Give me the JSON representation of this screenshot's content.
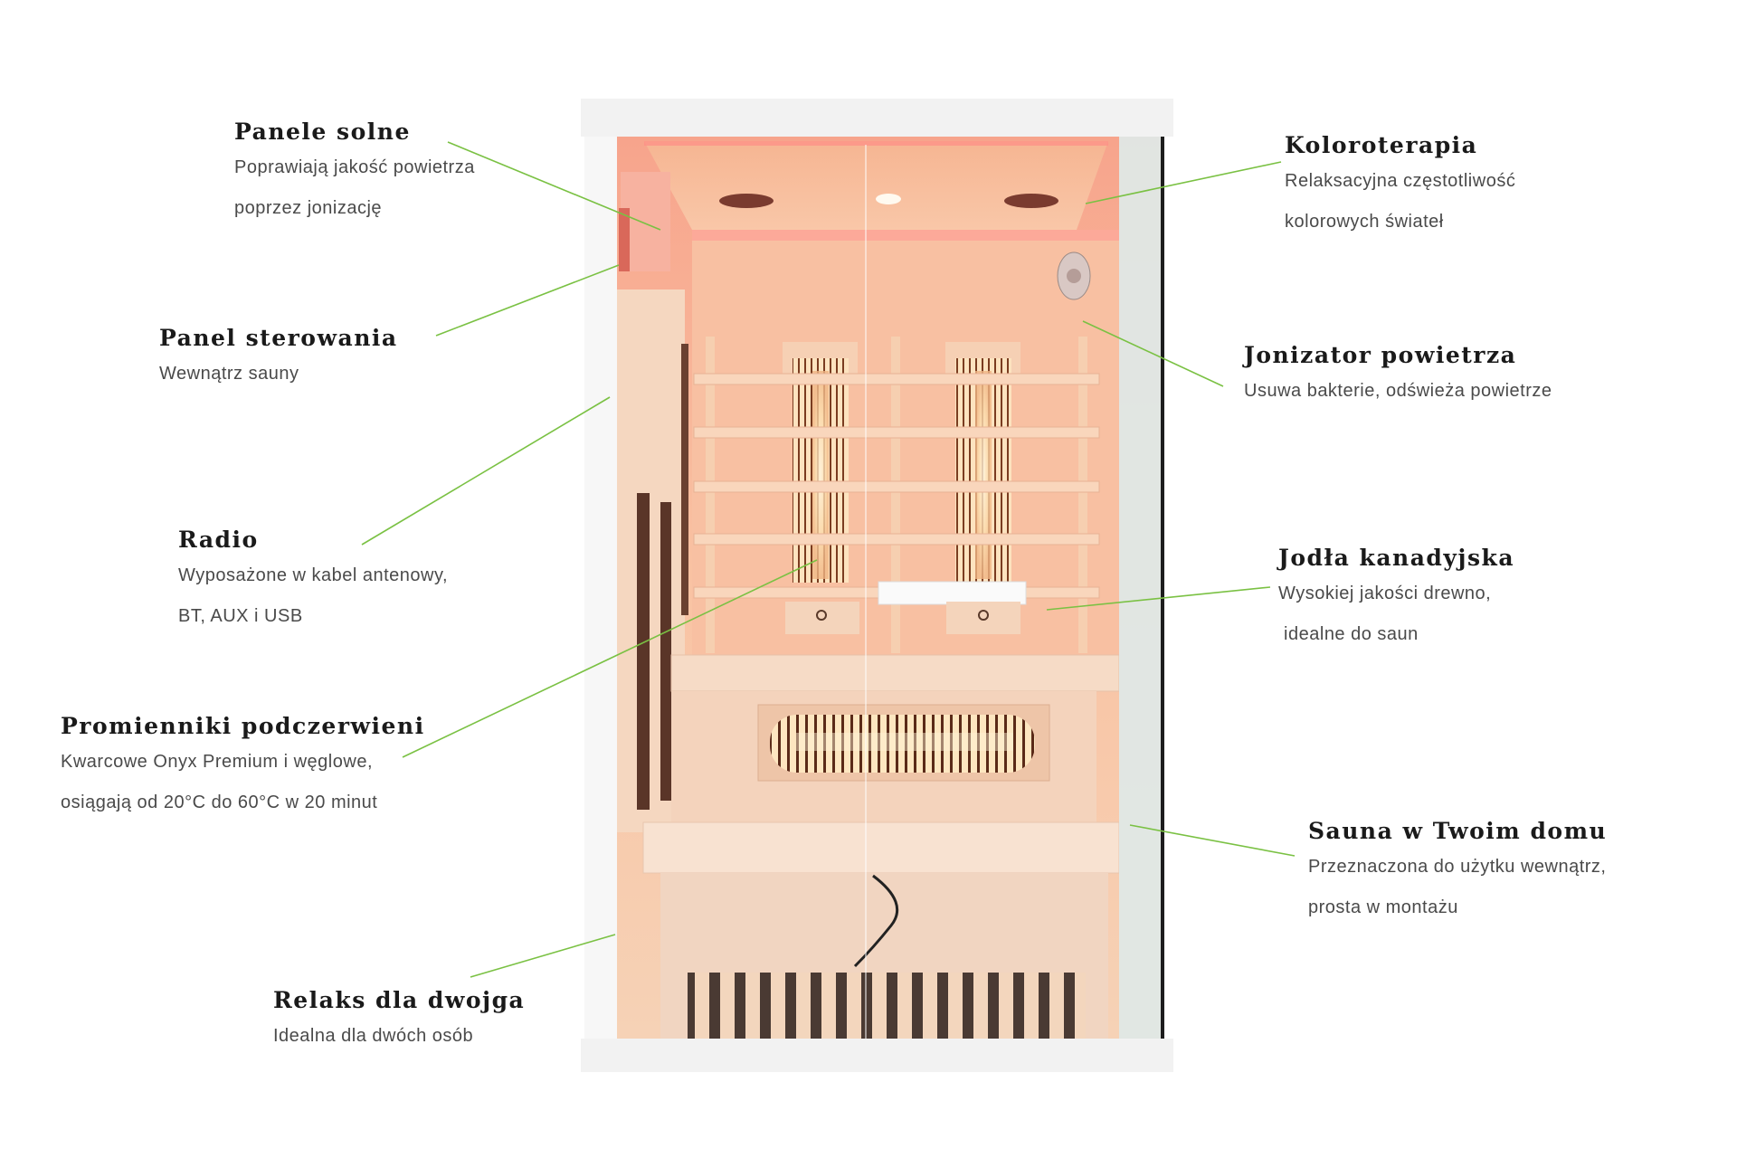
{
  "colors": {
    "leader_line": "#7ac143",
    "title": "#1a1a1a",
    "description": "#4a4a4a"
  },
  "features_left": [
    {
      "title": "Panele solne",
      "lines": [
        "Poprawiają jakość powietrza",
        "poprzez jonizację"
      ]
    },
    {
      "title": "Panel sterowania",
      "lines": [
        "Wewnątrz sauny"
      ]
    },
    {
      "title": "Radio",
      "lines": [
        "Wyposażone w kabel antenowy,",
        "BT, AUX i USB"
      ]
    },
    {
      "title": "Promienniki podczerwieni",
      "lines": [
        "Kwarcowe Onyx Premium i węglowe,",
        "osiągają od 20°C do 60°C w 20 minut"
      ]
    },
    {
      "title": "Relaks dla dwojga",
      "lines": [
        "Idealna dla dwóch osób"
      ]
    }
  ],
  "features_right": [
    {
      "title": "Koloroterapia",
      "lines": [
        "Relaksacyjna częstotliwość",
        "kolorowych świateł"
      ]
    },
    {
      "title": "Jonizator powietrza",
      "lines": [
        "Usuwa bakterie, odświeża powietrze"
      ]
    },
    {
      "title": "Jodła kanadyjska",
      "lines": [
        "Wysokiej jakości drewno,",
        " idealne do saun"
      ]
    },
    {
      "title": "Sauna w Twoim domu",
      "lines": [
        "Przeznaczona do użytku wewnątrz,",
        "prosta w montażu"
      ]
    }
  ]
}
